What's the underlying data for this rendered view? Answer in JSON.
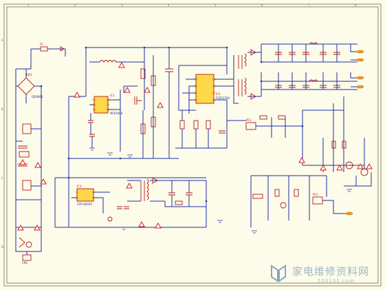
{
  "sheet": {
    "border_ticks_top": [
      "1",
      "2",
      "3",
      "4",
      "5",
      "6",
      "7",
      "8"
    ],
    "border_ticks_side": [
      "A",
      "B",
      "C",
      "D"
    ]
  },
  "labels": {
    "bridge": "BD1",
    "bridge_part": "GBU806",
    "ic_pfc": "IC1",
    "ic_pfc_part": "NCP1606",
    "ic_pwm": "IC2",
    "ic_pwm_part": "FSFR1700",
    "ic_standby": "IC3",
    "ic_standby_part": "STR-A6059",
    "opto1": "PC1",
    "opto2": "PC2",
    "fuse": "F1",
    "connector": "CN1"
  },
  "watermark": {
    "text": "家电维修资料网",
    "url": "520101.com"
  },
  "colors": {
    "wire": "#1d2fa8",
    "component": "#b01818",
    "ic_fill": "#ffd84a",
    "background": "#fdfbe9",
    "warning": "#d41c1c"
  }
}
